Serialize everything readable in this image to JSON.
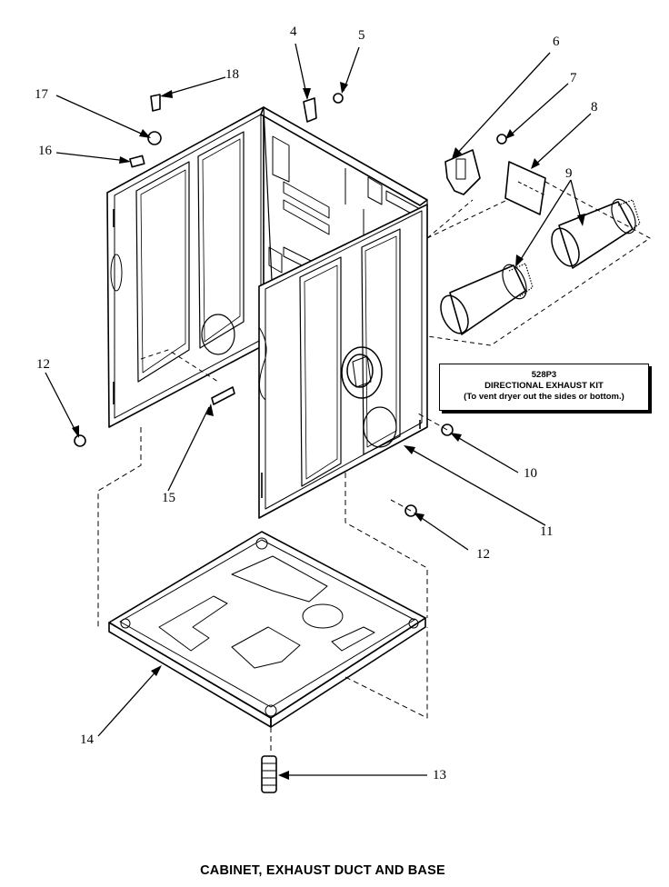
{
  "callouts": {
    "n4": "4",
    "n5": "5",
    "n6": "6",
    "n7": "7",
    "n8": "8",
    "n9": "9",
    "n10": "10",
    "n11": "11",
    "n12a": "12",
    "n12b": "12",
    "n13": "13",
    "n14": "14",
    "n15": "15",
    "n16": "16",
    "n17": "17",
    "n18": "18"
  },
  "kit": {
    "line1": "528P3",
    "line2": "DIRECTIONAL EXHAUST KIT",
    "line3": "(To vent dryer out the sides or bottom.)"
  },
  "caption": "CABINET, EXHAUST DUCT AND BASE"
}
